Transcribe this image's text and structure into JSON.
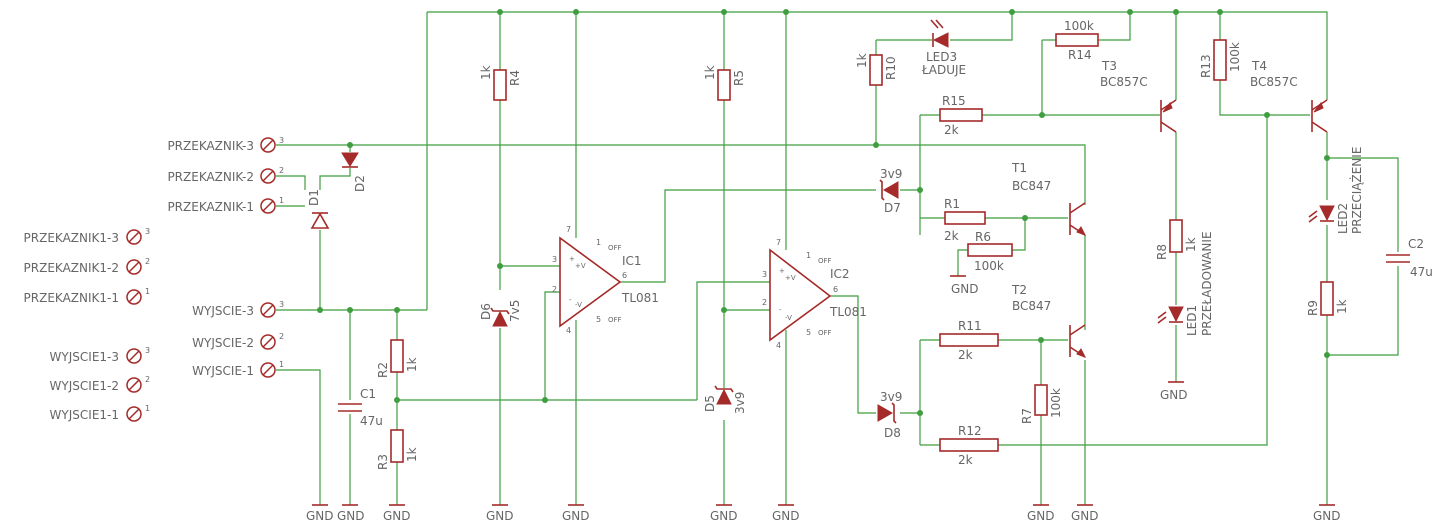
{
  "connectors": {
    "przekaznik_3": "PRZEKAZNIK-3",
    "przekaznik_2": "PRZEKAZNIK-2",
    "przekaznik_1": "PRZEKAZNIK-1",
    "przekaznik1_3": "PRZEKAZNIK1-3",
    "przekaznik1_2": "PRZEKAZNIK1-2",
    "przekaznik1_1": "PRZEKAZNIK1-1",
    "wyjscie_3": "WYJSCIE-3",
    "wyjscie_2": "WYJSCIE-2",
    "wyjscie_1": "WYJSCIE-1",
    "wyjscie1_3": "WYJSCIE1-3",
    "wyjscie1_2": "WYJSCIE1-2",
    "wyjscie1_1": "WYJSCIE1-1",
    "pin3": "3",
    "pin2": "2",
    "pin1": "1"
  },
  "components": {
    "r1": {
      "name": "R1",
      "value": "2k"
    },
    "r2": {
      "name": "R2",
      "value": "1k"
    },
    "r3": {
      "name": "R3",
      "value": "1k"
    },
    "r4": {
      "name": "R4",
      "value": "1k"
    },
    "r5": {
      "name": "R5",
      "value": "1k"
    },
    "r6": {
      "name": "R6",
      "value": "100k"
    },
    "r7": {
      "name": "R7",
      "value": "100k"
    },
    "r8": {
      "name": "R8",
      "value": "1k"
    },
    "r9": {
      "name": "R9",
      "value": "1k"
    },
    "r10": {
      "name": "R10",
      "value": "1k"
    },
    "r11": {
      "name": "R11",
      "value": "2k"
    },
    "r12": {
      "name": "R12",
      "value": "2k"
    },
    "r13": {
      "name": "R13",
      "value": "100k"
    },
    "r14": {
      "name": "R14",
      "value": "100k"
    },
    "r15": {
      "name": "R15",
      "value": "2k"
    },
    "c1": {
      "name": "C1",
      "value": "47u"
    },
    "c2": {
      "name": "C2",
      "value": "47u"
    },
    "d1": {
      "name": "D1"
    },
    "d2": {
      "name": "D2"
    },
    "d5": {
      "name": "D5",
      "value": "3v9"
    },
    "d6": {
      "name": "D6",
      "value": "7v5"
    },
    "d7": {
      "name": "D7",
      "value": "3v9"
    },
    "d8": {
      "name": "D8",
      "value": "3v9"
    },
    "t1": {
      "name": "T1",
      "value": "BC847"
    },
    "t2": {
      "name": "T2",
      "value": "BC847"
    },
    "t3": {
      "name": "T3",
      "value": "BC857C"
    },
    "t4": {
      "name": "T4",
      "value": "BC857C"
    },
    "ic1": {
      "name": "IC1",
      "value": "TL081"
    },
    "ic2": {
      "name": "IC2",
      "value": "TL081"
    },
    "led1": {
      "name": "LED1",
      "label": "PRZEŁADOWANIE"
    },
    "led2": {
      "name": "LED2",
      "label": "PRZECIĄŻENIE"
    },
    "led3": {
      "name": "LED3",
      "label": "ŁADUJE"
    }
  },
  "opamp_pins": {
    "p7": "7",
    "p3": "3",
    "p2": "2",
    "p4": "4",
    "p6": "6",
    "p5": "5",
    "p1": "1",
    "vplus": "+V",
    "vminus": "-V",
    "off": "OFF",
    "plus": "+",
    "minus": "-"
  },
  "gnd_label": "GND",
  "colors": {
    "wire": "#3f9e3f",
    "component": "#a52a2a",
    "text": "#666666",
    "background": "#ffffff"
  }
}
